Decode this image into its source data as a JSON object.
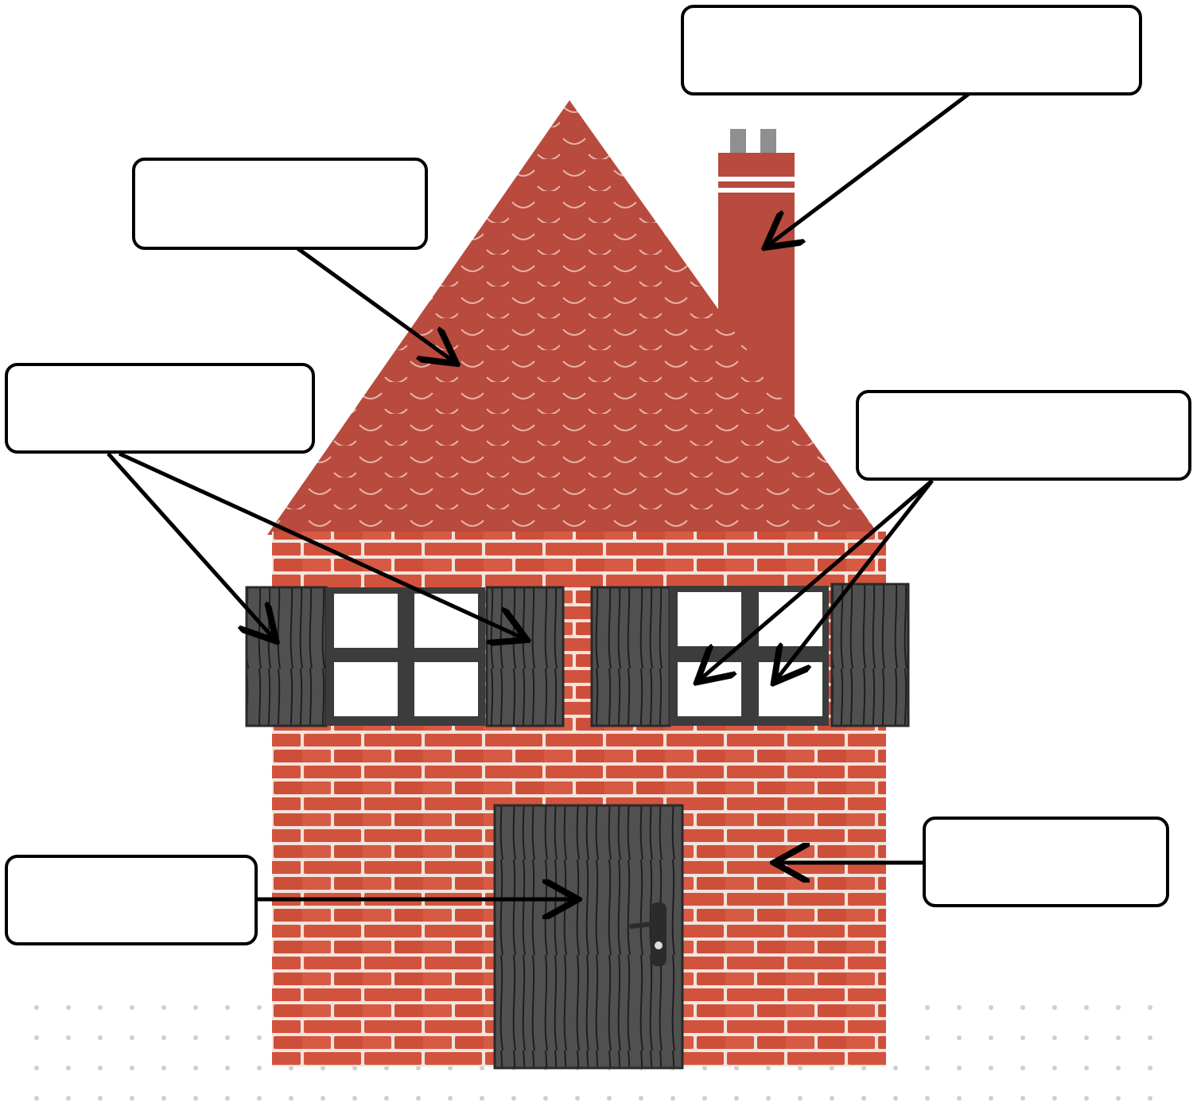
{
  "diagram": {
    "labels": [
      {
        "id": "chimney",
        "text": ""
      },
      {
        "id": "roof",
        "text": ""
      },
      {
        "id": "shutters",
        "text": ""
      },
      {
        "id": "windows",
        "text": ""
      },
      {
        "id": "door",
        "text": ""
      },
      {
        "id": "wall",
        "text": ""
      }
    ]
  },
  "colors": {
    "roof": "#b84a3e",
    "brick": "#d2533d",
    "mortar": "#f4ece6",
    "wood": "#505050",
    "chimney": "#b84a3e",
    "outline": "#000000"
  }
}
